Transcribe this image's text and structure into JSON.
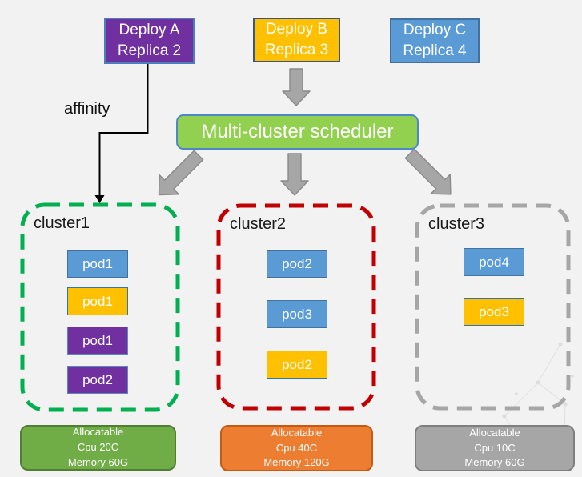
{
  "title": "Multi-cluster scheduler diagram",
  "deployments": [
    {
      "id": "deploy-a",
      "line1": "Deploy A",
      "line2": "Replica 2",
      "fill": "#7030A0"
    },
    {
      "id": "deploy-b",
      "line1": "Deploy B",
      "line2": "Replica 3",
      "fill": "#FFC000"
    },
    {
      "id": "deploy-c",
      "line1": "Deploy C",
      "line2": "Replica 4",
      "fill": "#5B9BD5"
    }
  ],
  "affinity_label": "affinity",
  "scheduler": {
    "label": "Multi-cluster scheduler",
    "fill": "#92D050",
    "border": "#4E87C9"
  },
  "arrows": [
    {
      "name": "deploy-b-to-scheduler",
      "color": "#A6A6A6"
    },
    {
      "name": "scheduler-to-cluster1",
      "color": "#A6A6A6"
    },
    {
      "name": "scheduler-to-cluster2",
      "color": "#A6A6A6"
    },
    {
      "name": "scheduler-to-cluster3",
      "color": "#A6A6A6"
    },
    {
      "name": "affinity-deploy-a-to-cluster1",
      "color": "#000000"
    }
  ],
  "clusters": [
    {
      "name": "cluster1",
      "border_color": "#00B050",
      "pods": [
        {
          "label": "pod1",
          "fill": "#5B9BD5"
        },
        {
          "label": "pod1",
          "fill": "#FFC000"
        },
        {
          "label": "pod1",
          "fill": "#7030A0"
        },
        {
          "label": "pod2",
          "fill": "#7030A0"
        }
      ],
      "allocatable": {
        "line1": "Allocatable",
        "line2": "Cpu 20C",
        "line3": "Memory 60G",
        "fill": "#70AD47"
      }
    },
    {
      "name": "cluster2",
      "border_color": "#C00000",
      "pods": [
        {
          "label": "pod2",
          "fill": "#5B9BD5"
        },
        {
          "label": "pod3",
          "fill": "#5B9BD5"
        },
        {
          "label": "pod2",
          "fill": "#FFC000"
        }
      ],
      "allocatable": {
        "line1": "Allocatable",
        "line2": "Cpu 40C",
        "line3": "Memory 120G",
        "fill": "#ED7D31"
      }
    },
    {
      "name": "cluster3",
      "border_color": "#A6A6A6",
      "pods": [
        {
          "label": "pod4",
          "fill": "#5B9BD5"
        },
        {
          "label": "pod3",
          "fill": "#FFC000"
        }
      ],
      "allocatable": {
        "line1": "Allocatable",
        "line2": "Cpu 10C",
        "line3": "Memory 60G",
        "fill": "#A6A6A6"
      }
    }
  ]
}
